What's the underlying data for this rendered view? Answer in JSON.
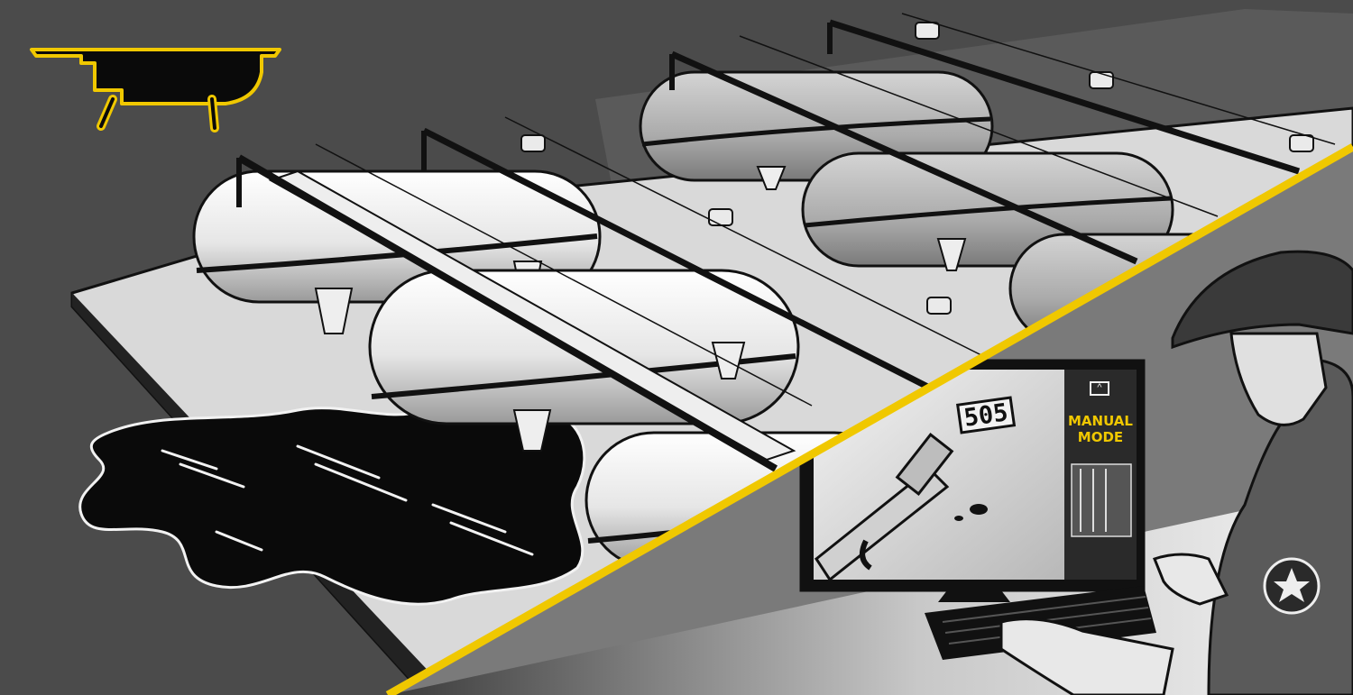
{
  "monitor": {
    "tank_label": "505",
    "mode_label_line1": "MANUAL",
    "mode_label_line2": "MODE",
    "mode_icon": "chevron-up-box-icon"
  },
  "colors": {
    "accent_yellow": "#f0c800",
    "background_dark": "#4a4a4a",
    "ink": "#111111",
    "paper": "#f4f4f4"
  }
}
